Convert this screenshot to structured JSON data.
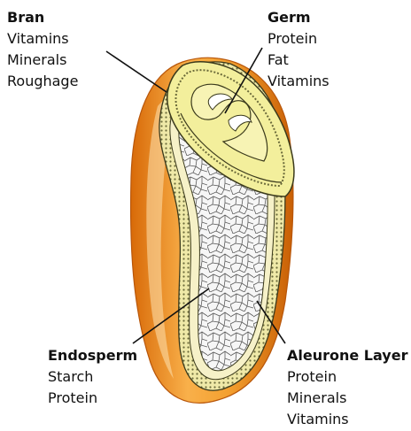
{
  "colors": {
    "husk_outer": "#e07a10",
    "husk_inner": "#f7b85a",
    "husk_shine": "#fde2b0",
    "bran_layer": "#efe9a8",
    "seed_coat": "#f6f1c8",
    "outline": "#3b3a1c",
    "endosperm_fill": "#f4f4f4",
    "cell_lines": "#5a5a5a",
    "germ_fill": "#f3ef9c",
    "leader_line": "#111111"
  },
  "labels": {
    "bran": {
      "title": "Bran",
      "items": [
        "Vitamins",
        "Minerals",
        "Roughage"
      ]
    },
    "germ": {
      "title": "Germ",
      "items": [
        "Protein",
        "Fat",
        "Vitamins"
      ]
    },
    "endosperm": {
      "title": "Endosperm",
      "items": [
        "Starch",
        "Protein"
      ]
    },
    "aleurone": {
      "title": "Aleurone Layer",
      "items": [
        "Protein",
        "Minerals",
        "Vitamins"
      ]
    }
  }
}
